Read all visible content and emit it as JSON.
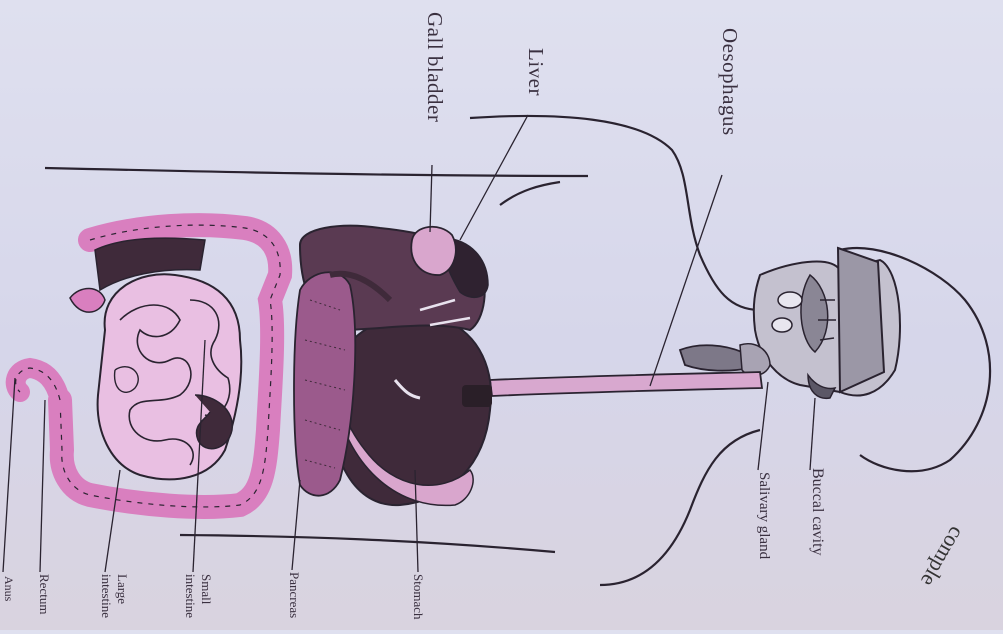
{
  "labels": {
    "oesophagus": "Oesophagus",
    "liver": "Liver",
    "gall_bladder": "Gall bladder",
    "buccal_cavity": "Buccal cavity",
    "salivary_gland": "Salivary gland",
    "stomach": "Stomach",
    "pancreas": "Pancreas",
    "small_intestine_1": "Small",
    "small_intestine_2": "intestine",
    "large_intestine_1": "Large",
    "large_intestine_2": "intestine",
    "rectum": "Rectum",
    "anus": "Anus"
  },
  "corner_text": "comple",
  "colors": {
    "organ_dark": "#3f2a3a",
    "organ_mauve": "#5a3a52",
    "intestine_pink": "#d97fbf",
    "small_intestine": "#e9bfe2",
    "outline": "#2a2330"
  }
}
